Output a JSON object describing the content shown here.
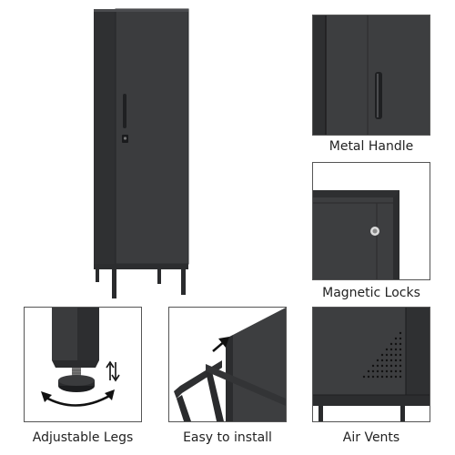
{
  "captions": {
    "handle": "Metal Handle",
    "locks": "Magnetic Locks",
    "legs": "Adjustable Legs",
    "install": "Easy to install",
    "vents": "Air Vents"
  },
  "colors": {
    "cabinet": "#3b3c3e",
    "cabinet_dark": "#2a2b2d",
    "cabinet_light": "#4a4b4e",
    "panel_border": "#555555",
    "caption_text": "#222222",
    "background": "#ffffff"
  },
  "icons": {
    "main": "locker-cabinet-image",
    "handle": "door-handle-closeup",
    "locks": "magnetic-lock-closeup",
    "legs": "adjustable-leg-closeup",
    "install": "assembly-closeup",
    "vents": "air-vent-closeup"
  }
}
